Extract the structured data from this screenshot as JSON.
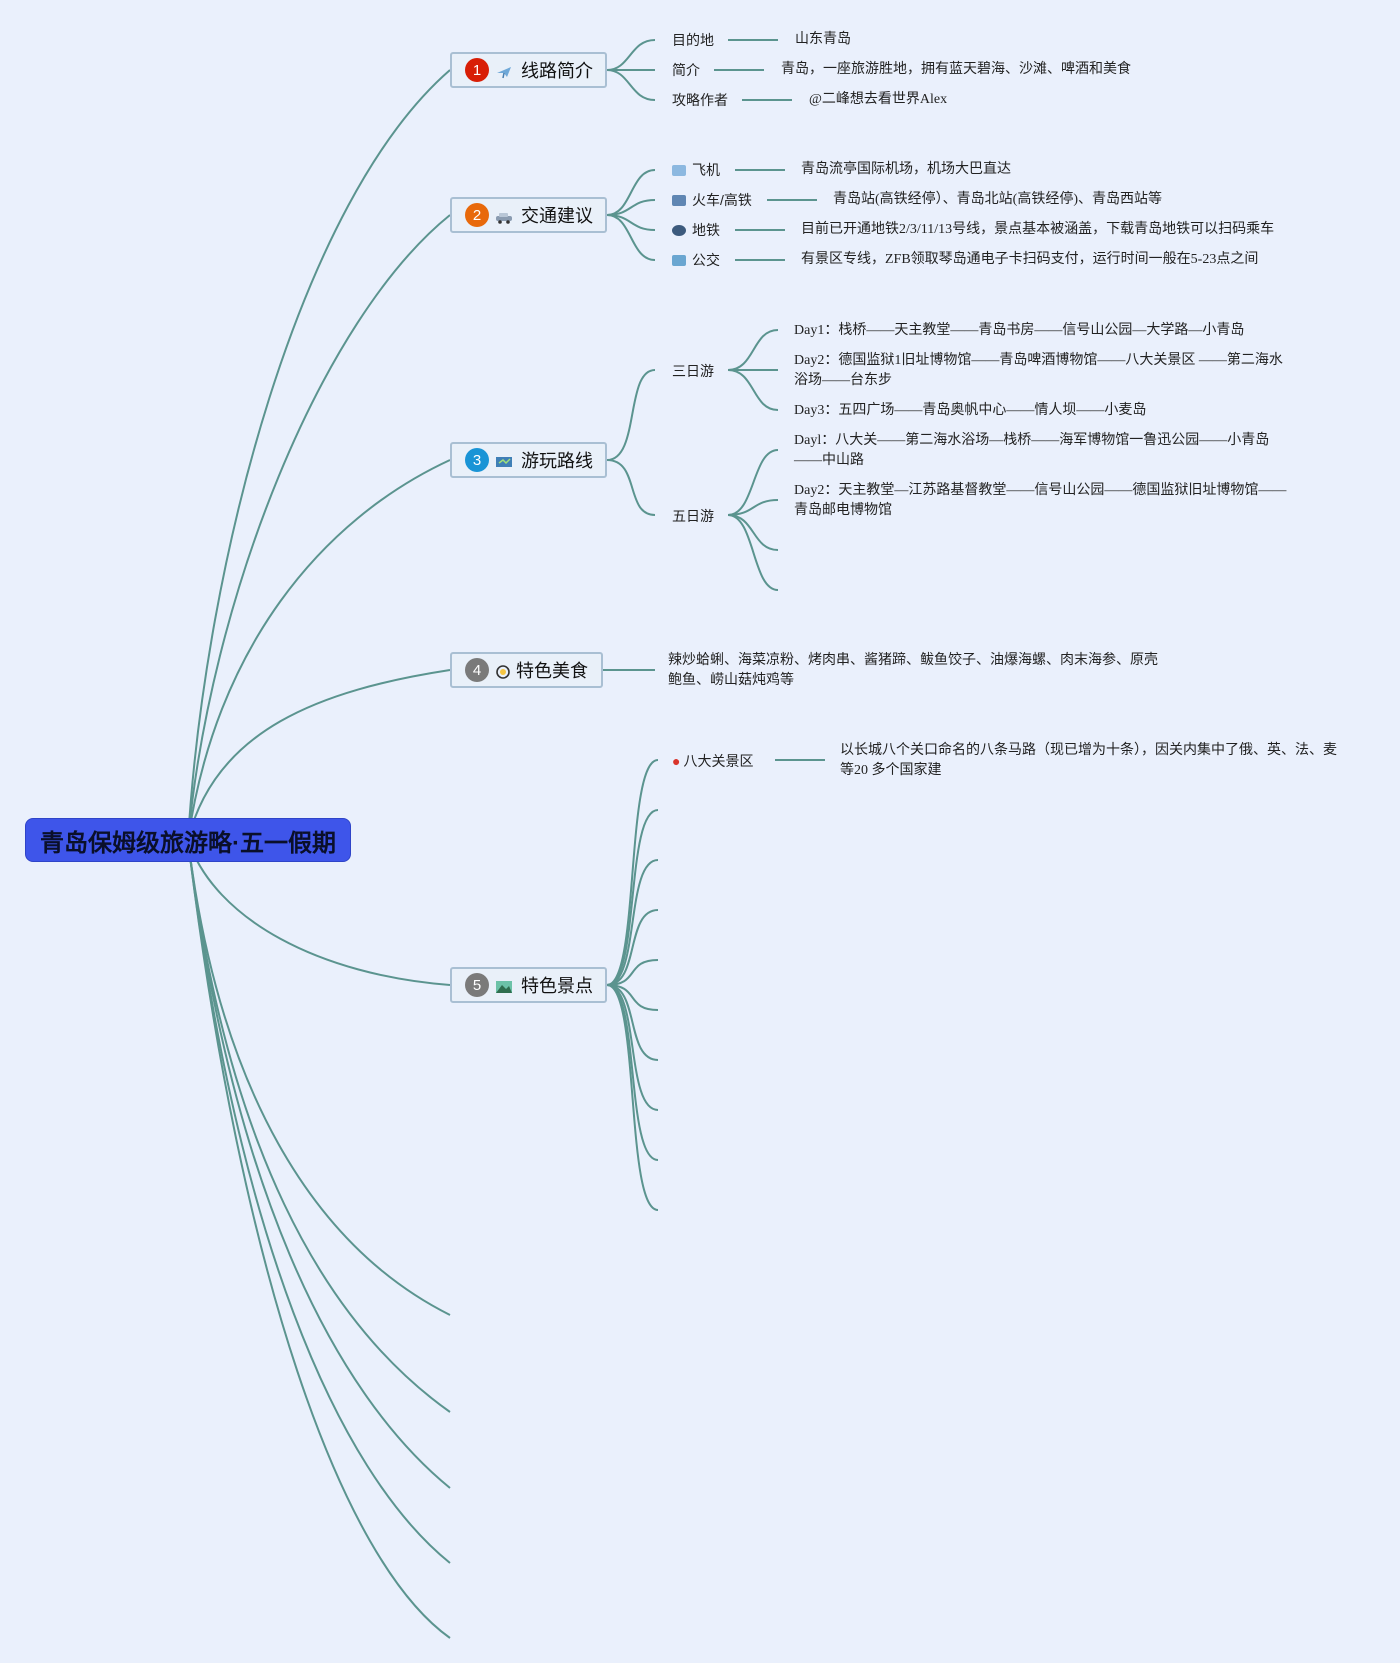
{
  "root": {
    "title": "青岛保姆级旅游略·五一假期"
  },
  "branches": [
    {
      "num": "1",
      "num_color": "#d81e06",
      "icon": "airplane-icon",
      "label": "线路简介",
      "items": [
        {
          "label": "目的地",
          "text": "山东青岛"
        },
        {
          "label": "简介",
          "text": "青岛，一座旅游胜地，拥有蓝天碧海、沙滩、啤酒和美食"
        },
        {
          "label": "攻略作者",
          "text": "@二峰想去看世界Alex"
        }
      ]
    },
    {
      "num": "2",
      "num_color": "#e8690b",
      "icon": "car-icon",
      "label": "交通建议",
      "items": [
        {
          "icon": "airplane-icon",
          "label": "飞机",
          "text": "青岛流亭国际机场，机场大巴直达"
        },
        {
          "icon": "train-icon",
          "label": "火车/高铁",
          "text": "青岛站(高铁经停）、青岛北站(高铁经停)、青岛西站等"
        },
        {
          "icon": "metro-icon",
          "label": "地铁",
          "text": "目前已开通地铁2/3/11/13号线，景点基本被涵盖，下载青岛地铁可以扫码乘车"
        },
        {
          "icon": "bus-icon",
          "label": "公交",
          "text": "有景区专线，ZFB领取琴岛通电子卡扫码支付，运行时间一般在5-23点之间"
        }
      ]
    },
    {
      "num": "3",
      "num_color": "#1a94d6",
      "icon": "map-icon",
      "label": "游玩路线",
      "groups": [
        {
          "label": "三日游",
          "items": [
            "Day1：栈桥——天主教堂——青岛书房——信号山公园—大学路—小青岛",
            "Day2：德国监狱1旧址博物馆——青岛啤酒博物馆——八大关景区 ——第二海水浴场——台东步",
            "Day3：五四广场——青岛奥帆中心——情人坝——小麦岛"
          ]
        },
        {
          "label": "五日游",
          "items": [
            "Dayl：八大关——第二海水浴场—栈桥——海军博物馆一鲁迅公园——小青岛——中山路",
            "Day2：天主教堂—江苏路基督教堂——信号山公园——德国监狱旧址博物馆——青岛邮电博物馆",
            "",
            ""
          ]
        }
      ]
    },
    {
      "num": "4",
      "num_color": "#7a7a7a",
      "icon": "food-icon",
      "label": "特色美食",
      "text": "辣炒蛤蜊、海菜凉粉、烤肉串、酱猪蹄、鲅鱼饺子、油爆海螺、肉末海参、原壳鲍鱼、崂山菇炖鸡等"
    },
    {
      "num": "5",
      "num_color": "#7a7a7a",
      "icon": "scenery-icon",
      "label": "特色景点",
      "items": [
        {
          "icon": "pin-icon",
          "label": "八大关景区",
          "text": "以长城八个关口命名的八条马路（现已增为十条），因关内集中了俄、英、法、麦等20 多个国家建"
        },
        {
          "label": "",
          "text": ""
        },
        {
          "label": "",
          "text": ""
        },
        {
          "label": "",
          "text": ""
        },
        {
          "label": "",
          "text": ""
        },
        {
          "label": "",
          "text": ""
        },
        {
          "label": "",
          "text": ""
        },
        {
          "label": "",
          "text": ""
        },
        {
          "label": "",
          "text": ""
        }
      ]
    }
  ]
}
